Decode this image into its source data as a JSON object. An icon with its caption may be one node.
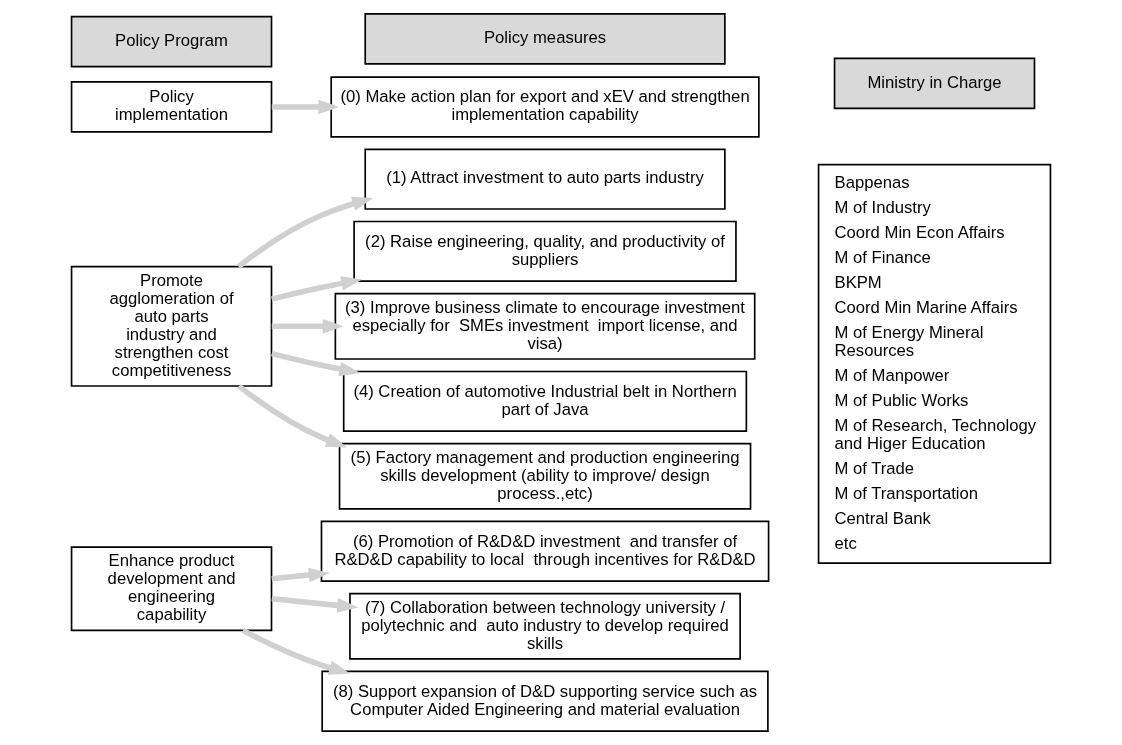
{
  "diagram": {
    "nodes": [
      {
        "text": [
          "Policy Program"
        ]
      },
      {
        "text": [
          "Policy measures"
        ]
      },
      {
        "text": [
          "Ministry in Charge"
        ]
      },
      {
        "text": [
          "Policy implementation"
        ]
      },
      {
        "text": [
          "(0) Make action plan for export and xEV and strengthen implementation capability"
        ]
      },
      {
        "text": [
          "Promote agglomeration of auto parts industry and strengthen cost competitiveness"
        ]
      },
      {
        "text": [
          "(1) Attract investment to auto parts industry"
        ]
      },
      {
        "text": [
          "(2) Raise engineering, quality, and productivity of suppliers"
        ]
      },
      {
        "text": [
          "(3) Improve business climate to encourage investment especially for  SMEs investment  import license, and visa)"
        ]
      },
      {
        "text": [
          "(4) Creation of automotive Industrial belt in Northern part of Java"
        ]
      },
      {
        "text": [
          "(5) Factory management and production engineering skills development (ability to improve/ design process.,etc)"
        ]
      },
      {
        "text": [
          "Enhance product development and engineering capability"
        ]
      },
      {
        "text": [
          "(6) Promotion of R&D&D investment  and transfer of R&D&D capability to local  through incentives for R&D&D"
        ]
      },
      {
        "text": [
          "(7) Collaboration between technology university / polytechnic and  auto industry to develop required skills"
        ]
      },
      {
        "text": [
          "(8) Support expansion of D&D supporting service such as Computer Aided Engineering and material evaluation"
        ]
      },
      {
        "text": [
          "Bappenas",
          "M of Industry",
          "Coord Min Econ Affairs",
          "M of Finance",
          "BKPM",
          "Coord Min Marine Affairs",
          "M of Energy Mineral Resources",
          "M of Manpower",
          "M of Public Works",
          "M of Research, Technology and Higer Education",
          "M of Trade",
          "M of Transportation",
          "Central Bank",
          "etc"
        ]
      }
    ],
    "edges": [
      {
        "from": 3,
        "to": 4,
        "arrow": "to"
      },
      {
        "from": 5,
        "to": 6,
        "arrow": "to"
      },
      {
        "from": 5,
        "to": 7,
        "arrow": "to"
      },
      {
        "from": 5,
        "to": 8,
        "arrow": "to"
      },
      {
        "from": 5,
        "to": 9,
        "arrow": "to"
      },
      {
        "from": 5,
        "to": 10,
        "arrow": "to"
      },
      {
        "from": 11,
        "to": 12,
        "arrow": "to"
      },
      {
        "from": 11,
        "to": 13,
        "arrow": "to"
      },
      {
        "from": 11,
        "to": 14,
        "arrow": "to"
      }
    ]
  }
}
